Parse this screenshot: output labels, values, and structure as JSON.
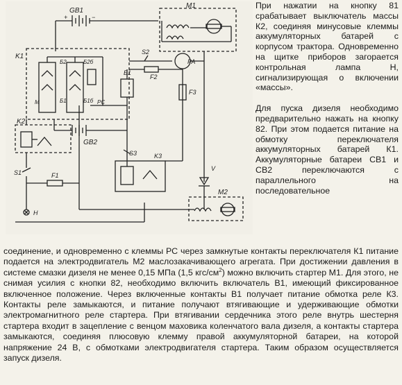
{
  "figure": {
    "labels": {
      "gb1": "GB1",
      "m1": "M1",
      "k1": "K1",
      "b2": "Б2",
      "b2b": "Б2б",
      "b1": "Б1",
      "b1b": "Б1б",
      "s2": "S2",
      "pa": "PA",
      "f2": "F2",
      "f3": "F3",
      "m": "М",
      "pc": "PC",
      "k2": "K2",
      "gb2": "GB2",
      "s3": "S3",
      "k3": "K3",
      "s1": "S1",
      "f1": "F1",
      "h": "H",
      "v": "V",
      "m2": "M2",
      "plus": "+",
      "minus": "−"
    }
  },
  "text": {
    "p1": "При нажатии на кнопку 81 срабатывает выключатель массы К2, соединяя минусовые клеммы аккумуляторных батарей с корпусом трактора. Одновременно на щитке приборов загорается контрольная лампа Н, сигнализирующая о включении «массы».",
    "p2": "Для пуска дизеля необходимо предварительно нажать на кнопку 82. При этом подается питание на обмотку переключателя аккумуляторных батарей К1. Аккумуляторные батареи СВ1 и СВ2 переключаются с параллельного на последовательное",
    "p3a": "соединение, и одновременно с клеммы РС через замкнутые контакты переключателя К1 питание подается на электродвигатель М2 маслозакачивающего агрегата. При достижении давления в системе смазки дизеля не менее 0,15 МПа (1,5 кгс/см",
    "p3sup": "2",
    "p3b": ") можно включить стартер М1. Для этого, не снимая усилия с кнопки 82, необходимо включить включатель В1, имеющий фиксированное включенное положение. Через включенные контакты В1 получает питание обмотка реле К3. Контакты реле замыкаются, и питание получают втягивающие и удерживающие обмотки электромагнитного реле стартера. При втягивании сердечника этого реле внутрь шестерня стартера входит в зацепление с венцом маховика коленчатого вала дизеля, а контакты стартера замыкаются, соединяя плюсовую клемму правой аккумуляторной батареи, на которой напряжение 24 В, с обмотками электродвигателя стартера. Таким образом осуществляется запуск дизеля."
  }
}
